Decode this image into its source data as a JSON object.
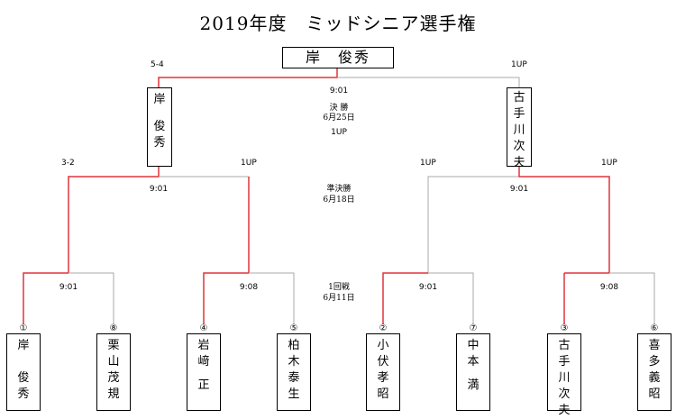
{
  "title": "2019年度　ミッドシニア選手権",
  "champion": "岸　俊秀",
  "final": {
    "round": "決 勝",
    "date": "6月25日",
    "time": "9:01",
    "score_left": "5-4",
    "score_right": "1UP",
    "score_center": "1UP",
    "left_finalist": {
      "given1": "岸",
      "given2": [
        "俊",
        "秀"
      ]
    },
    "right_finalist": [
      "古",
      "手",
      "川",
      "次",
      "夫"
    ]
  },
  "semifinal": {
    "round": "準決勝",
    "date": "6月18日",
    "left": {
      "time": "9:01",
      "score_a": "3-2",
      "score_b": "1UP"
    },
    "right": {
      "time": "9:01",
      "score_a": "1UP",
      "score_b": "1UP"
    }
  },
  "first_round": {
    "round": "1回戦",
    "date": "6月11日",
    "times": [
      "9:01",
      "9:08",
      "9:01",
      "9:08"
    ]
  },
  "players": [
    {
      "seed": "①",
      "top": [
        "岸"
      ],
      "bottom": [
        "俊",
        "秀"
      ]
    },
    {
      "seed": "⑧",
      "top": [
        "栗",
        "山"
      ],
      "bottom": [
        "茂",
        "規"
      ]
    },
    {
      "seed": "④",
      "top": [
        "岩",
        "﨑"
      ],
      "bottom": [
        "正"
      ]
    },
    {
      "seed": "⑤",
      "top": [
        "柏",
        "木"
      ],
      "bottom": [
        "泰",
        "生"
      ]
    },
    {
      "seed": "②",
      "top": [
        "小",
        "伏"
      ],
      "bottom": [
        "孝",
        "昭"
      ]
    },
    {
      "seed": "⑦",
      "top": [
        "中",
        "本"
      ],
      "bottom": [
        "満"
      ]
    },
    {
      "seed": "③",
      "top": [
        "古",
        "手",
        "川"
      ],
      "bottom": [
        "次",
        "夫"
      ]
    },
    {
      "seed": "⑥",
      "top": [
        "喜",
        "多"
      ],
      "bottom": [
        "義",
        "昭"
      ]
    }
  ],
  "colors": {
    "winner_line": "#e0343a",
    "loser_line": "#a8a8a8"
  }
}
